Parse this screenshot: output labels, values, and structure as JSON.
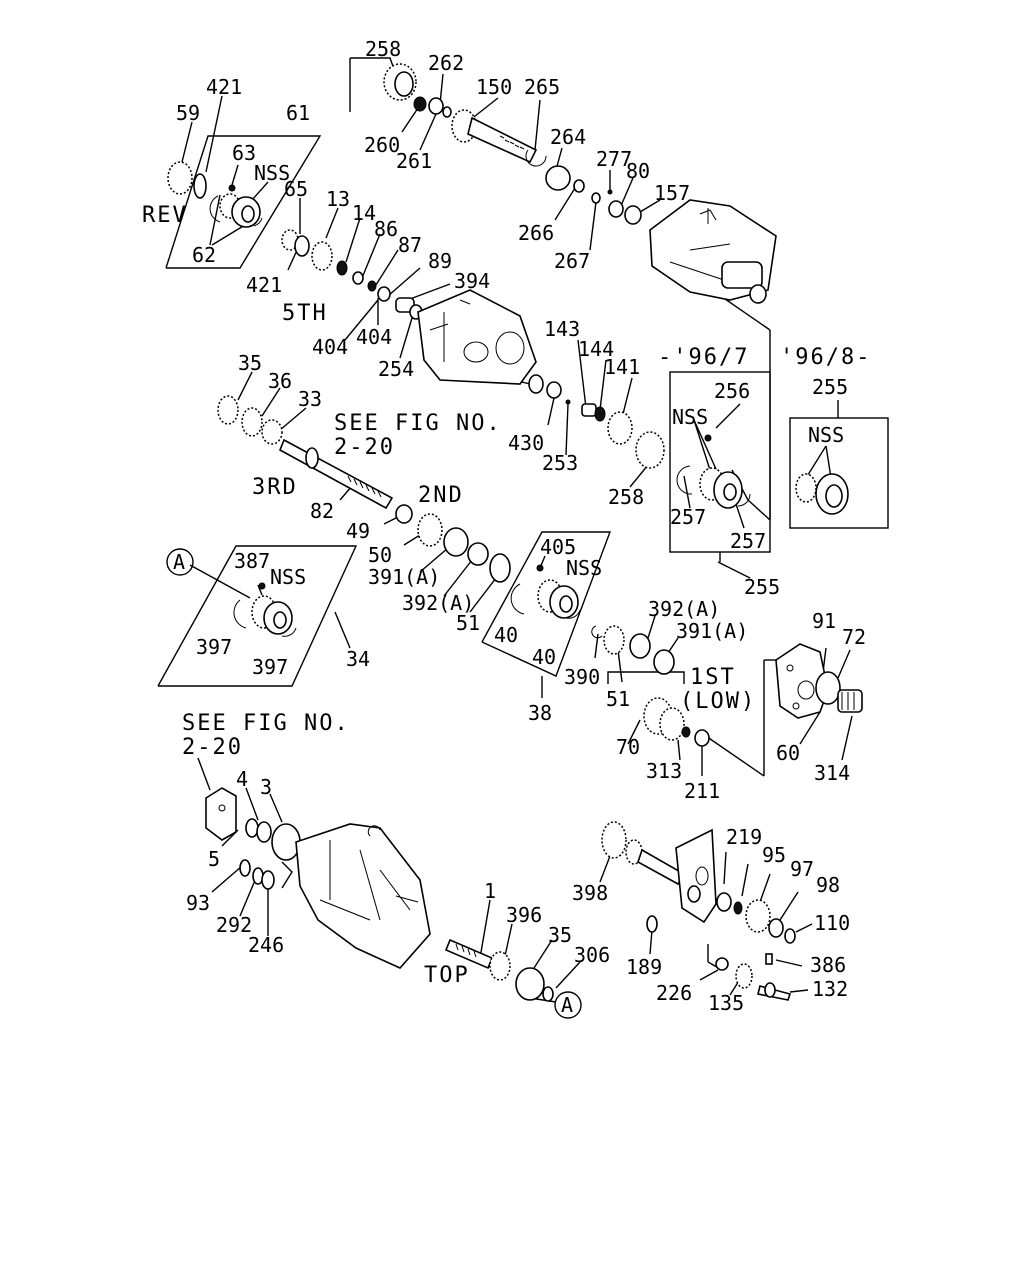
{
  "labels": {
    "rev": "REV",
    "fifth": "5TH",
    "third": "3RD",
    "second": "2ND",
    "first": "1ST",
    "low": "(LOW)",
    "top": "TOP",
    "see_fig_1": "SEE FIG NO.",
    "fig_num_1": "2-20",
    "see_fig_2": "SEE FIG NO.",
    "fig_num_2": "2-20",
    "nss_1": "NSS",
    "nss_2": "NSS",
    "nss_3": "NSS",
    "nss_4": "NSS",
    "nss_5": "NSS",
    "year_1": "-'96/7",
    "year_2": "'96/8-",
    "circle_a1": "A",
    "circle_a2": "A"
  },
  "callouts": {
    "p258a": "258",
    "p262": "262",
    "p150": "150",
    "p265": "265",
    "p260": "260",
    "p261": "261",
    "p264": "264",
    "p277": "277",
    "p80": "80",
    "p157": "157",
    "p266": "266",
    "p267": "267",
    "p421a": "421",
    "p59": "59",
    "p61": "61",
    "p63": "63",
    "p62": "62",
    "p65": "65",
    "p13": "13",
    "p14": "14",
    "p86": "86",
    "p87": "87",
    "p89": "89",
    "p394": "394",
    "p421b": "421",
    "p404a": "404",
    "p404b": "404",
    "p254": "254",
    "p143": "143",
    "p144": "144",
    "p141": "141",
    "p430": "430",
    "p253": "253",
    "p258b": "258",
    "p35a": "35",
    "p36": "36",
    "p33": "33",
    "p82": "82",
    "p49": "49",
    "p50": "50",
    "p391a": "391(A)",
    "p392a": "392(A)",
    "p51a": "51",
    "p405": "405",
    "p40a": "40",
    "p40b": "40",
    "p38": "38",
    "p256": "256",
    "p255a": "255",
    "p255b": "255",
    "p257a": "257",
    "p257b": "257",
    "p387": "387",
    "p397a": "397",
    "p397b": "397",
    "p34": "34",
    "p390": "390",
    "p51b": "51",
    "p392b": "392(A)",
    "p391b": "391(A)",
    "p91": "91",
    "p72": "72",
    "p60": "60",
    "p314": "314",
    "p70": "70",
    "p313": "313",
    "p211": "211",
    "p4": "4",
    "p3": "3",
    "p5": "5",
    "p93": "93",
    "p292": "292",
    "p246": "246",
    "p1": "1",
    "p396": "396",
    "p35b": "35",
    "p306": "306",
    "p398": "398",
    "p219": "219",
    "p95": "95",
    "p97": "97",
    "p98": "98",
    "p110": "110",
    "p189": "189",
    "p226": "226",
    "p135": "135",
    "p386": "386",
    "p132": "132"
  }
}
